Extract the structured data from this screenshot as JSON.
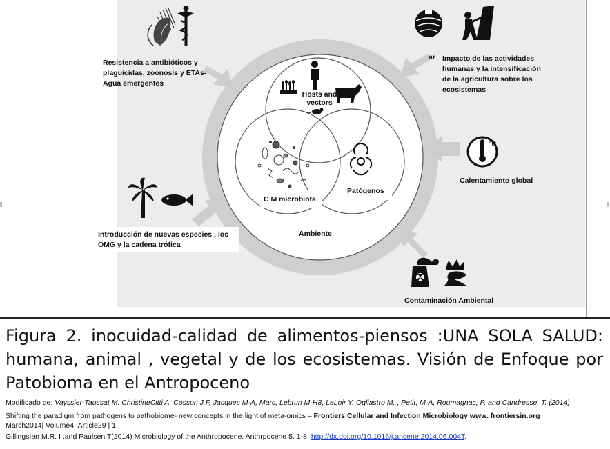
{
  "diagram": {
    "labels": {
      "resistance": "Resistencia a  antibióticos y plaguicidas, zoonosis y ETAs- Agua  emergentes",
      "impact_prefix": "ar",
      "impact": "Impacto de las actividades humanas y la intensificación de la agricultura sobre los ecosistemas",
      "warming": "Calentamiento global",
      "introduction": "Introducción de nuevas especies , los OMG y la cadena trófica",
      "contamination": "Contaminación Ambiental",
      "hosts": "Hosts and vectors",
      "microbiota": "C M microbiota",
      "pathogens": "Patógenos",
      "environment": "Ambiente"
    },
    "icons": [
      "needles-syringe-icon",
      "corn-icon",
      "caduceus-icon",
      "tractor-field-icon",
      "deforestation-icon",
      "thermometer-icon",
      "palm-tree-icon",
      "fish-icon",
      "human-icon",
      "cow-icon",
      "rodent-icon",
      "crops-icon",
      "microbes-icon",
      "biohazard-icon",
      "factory-icon",
      "oil-spill-icon"
    ]
  },
  "caption": {
    "title": "Figura 2. inocuidad-calidad de alimentos-piensos :UNA SOLA SALUD: humana, animal , vegetal y de los ecosistemas. Visión de Enfoque por Patobioma en el Antropoceno",
    "ref1_prefix": "Modificado de: ",
    "ref1_authors": "Vayssier-Taussat M. ChristineCitti A, Cosson J.F, Jacques M-A, Marc, Lebrun M-H8, LeLoir Y, Ogliastro M. , Petit, M-A,  Roumagnac, P. and Candresse, T. (2014)",
    "ref2_text": "Shifting the paradigm from pathogens to pathobiome- new concepts in the light of meta-omics – ",
    "ref2_journal": "Frontiers   Cellular and Infection Microbiology www. frontiersin.org",
    "ref3": "March2014| Volume4 |Article29 | 1 ,",
    "ref4_text": " GillingsIan M.R. I .and  Paulsen T(2014) Microbiology of the Anthropocene.   Anthrpocene 5. 1-8, ",
    "ref4_link": "http://dx.doi.org/10.1016/j.ancene.2014.06.004T",
    "ref4_end": "."
  }
}
